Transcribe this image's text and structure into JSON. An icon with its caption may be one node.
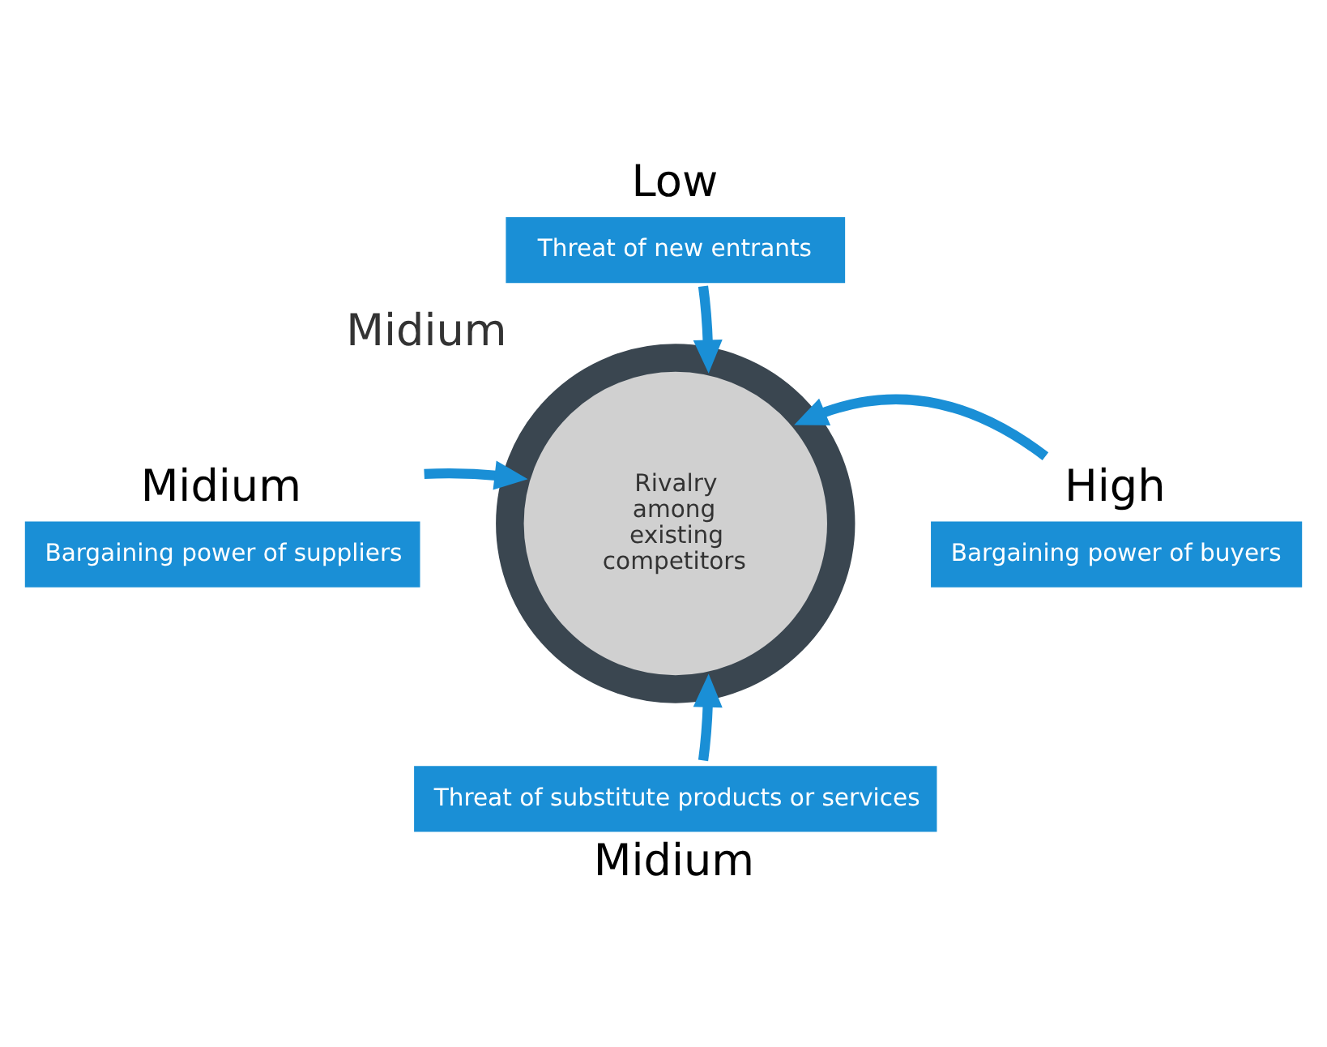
{
  "diagram": {
    "nodes": [
      {
        "text": [
          "Threat of new entrants"
        ],
        "beside": [
          "Low"
        ]
      },
      {
        "text": [
          "Bargaining power of suppliers"
        ],
        "beside": [
          "Midium"
        ]
      },
      {
        "text": [
          "Rivalry among existing competitors"
        ],
        "beside": [
          "Midium"
        ]
      },
      {
        "text": [
          "Bargaining power of buyers"
        ],
        "beside": [
          "High"
        ]
      },
      {
        "text": [
          "Threat of substitute products or services"
        ],
        "beside": [
          "Midium"
        ]
      }
    ],
    "edges": [
      {
        "from": 0,
        "to": 2,
        "arrow": "to"
      },
      {
        "from": 1,
        "to": 2,
        "arrow": "to"
      },
      {
        "from": 3,
        "to": 2,
        "arrow": "to"
      },
      {
        "from": 4,
        "to": 2,
        "arrow": "to"
      }
    ]
  }
}
